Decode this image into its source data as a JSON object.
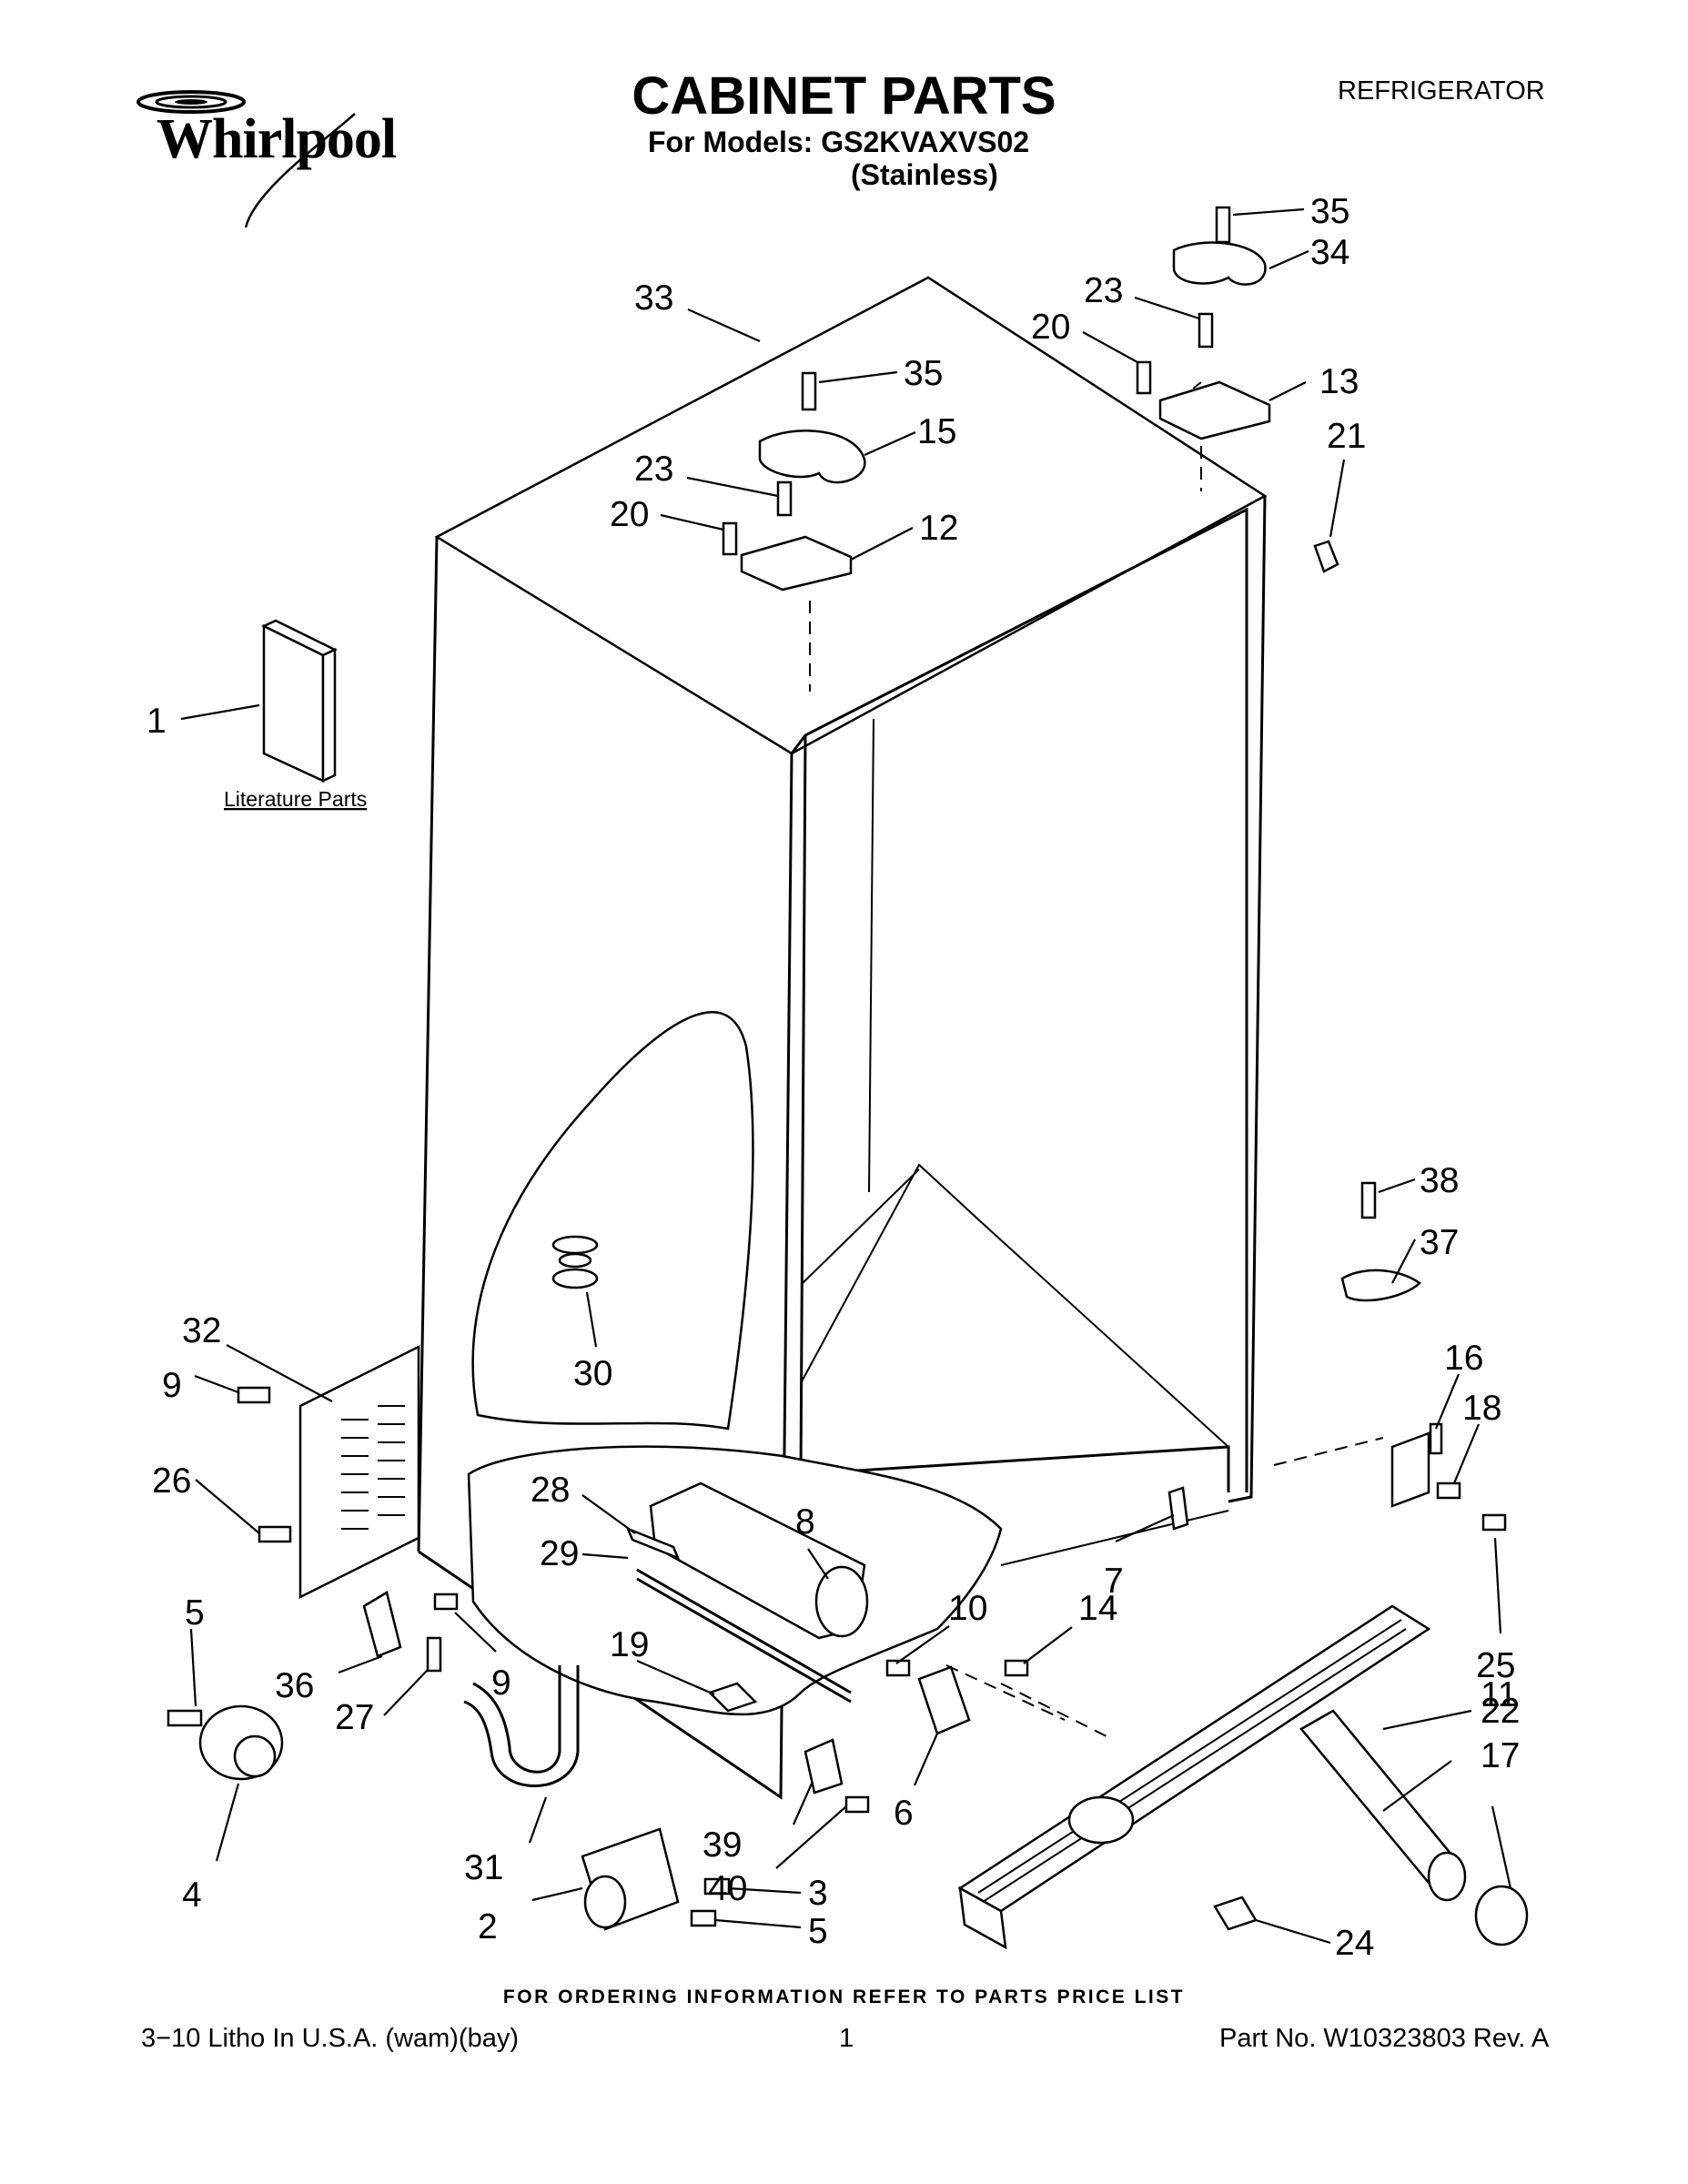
{
  "header": {
    "brand": "Whirlpool",
    "title": "CABINET PARTS",
    "subtitle": "For Models: GS2KVAXVS02",
    "variant": "(Stainless)",
    "category": "REFRIGERATOR"
  },
  "diagram": {
    "literature_caption": "Literature Parts",
    "callouts": [
      "1",
      "2",
      "3",
      "4",
      "5",
      "5",
      "6",
      "7",
      "8",
      "9",
      "9",
      "10",
      "11",
      "12",
      "13",
      "14",
      "15",
      "16",
      "17",
      "18",
      "19",
      "20",
      "20",
      "21",
      "22",
      "23",
      "23",
      "24",
      "25",
      "26",
      "27",
      "28",
      "29",
      "30",
      "31",
      "32",
      "33",
      "34",
      "35",
      "35",
      "36",
      "37",
      "38",
      "39",
      "40"
    ]
  },
  "footer": {
    "ordering_note": "FOR ORDERING INFORMATION REFER TO PARTS PRICE LIST",
    "print_info": "3−10 Litho In U.S.A. (wam)(bay)",
    "page_number": "1",
    "part_number": "Part No. W10323803 Rev. A"
  }
}
